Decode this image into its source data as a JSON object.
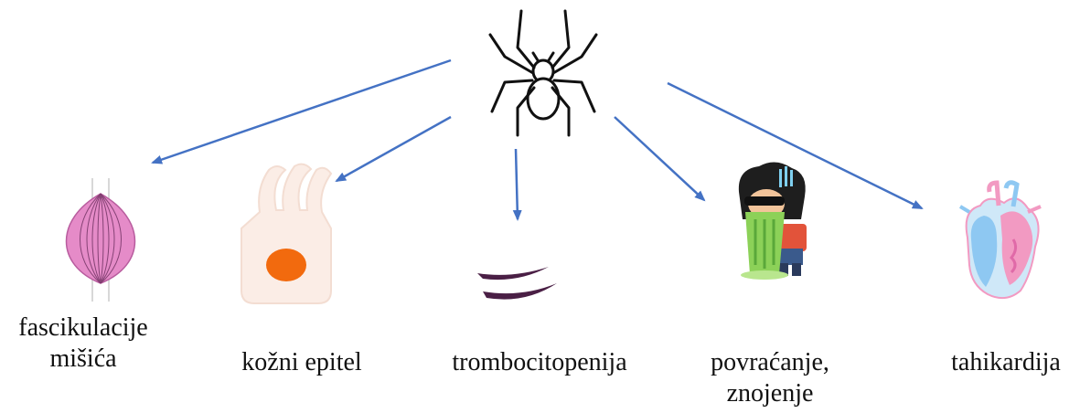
{
  "colors": {
    "arrow": "#4472C4",
    "spider": "#111111",
    "muscle": "#E58BC8",
    "cell": "#FBEDE6",
    "nucleus": "#F26A0E",
    "platelet": "#4A1F45",
    "heart_blue": "#8EC8F2",
    "heart_pink": "#F29AC2"
  },
  "icons": {
    "source": "spider-icon",
    "effects": [
      "muscle-fiber-icon",
      "epithelial-cell-icon",
      "platelets-icon",
      "vomiting-person-icon",
      "heart-icon"
    ]
  },
  "labels": {
    "muscle": {
      "line1": "fascikulacije",
      "line2": "mišića"
    },
    "skin": "kožni epitel",
    "platelets": "trombocitopenija",
    "vomit": {
      "line1": "povraćanje,",
      "line2": "znojenje"
    },
    "heart": "tahikardija"
  }
}
